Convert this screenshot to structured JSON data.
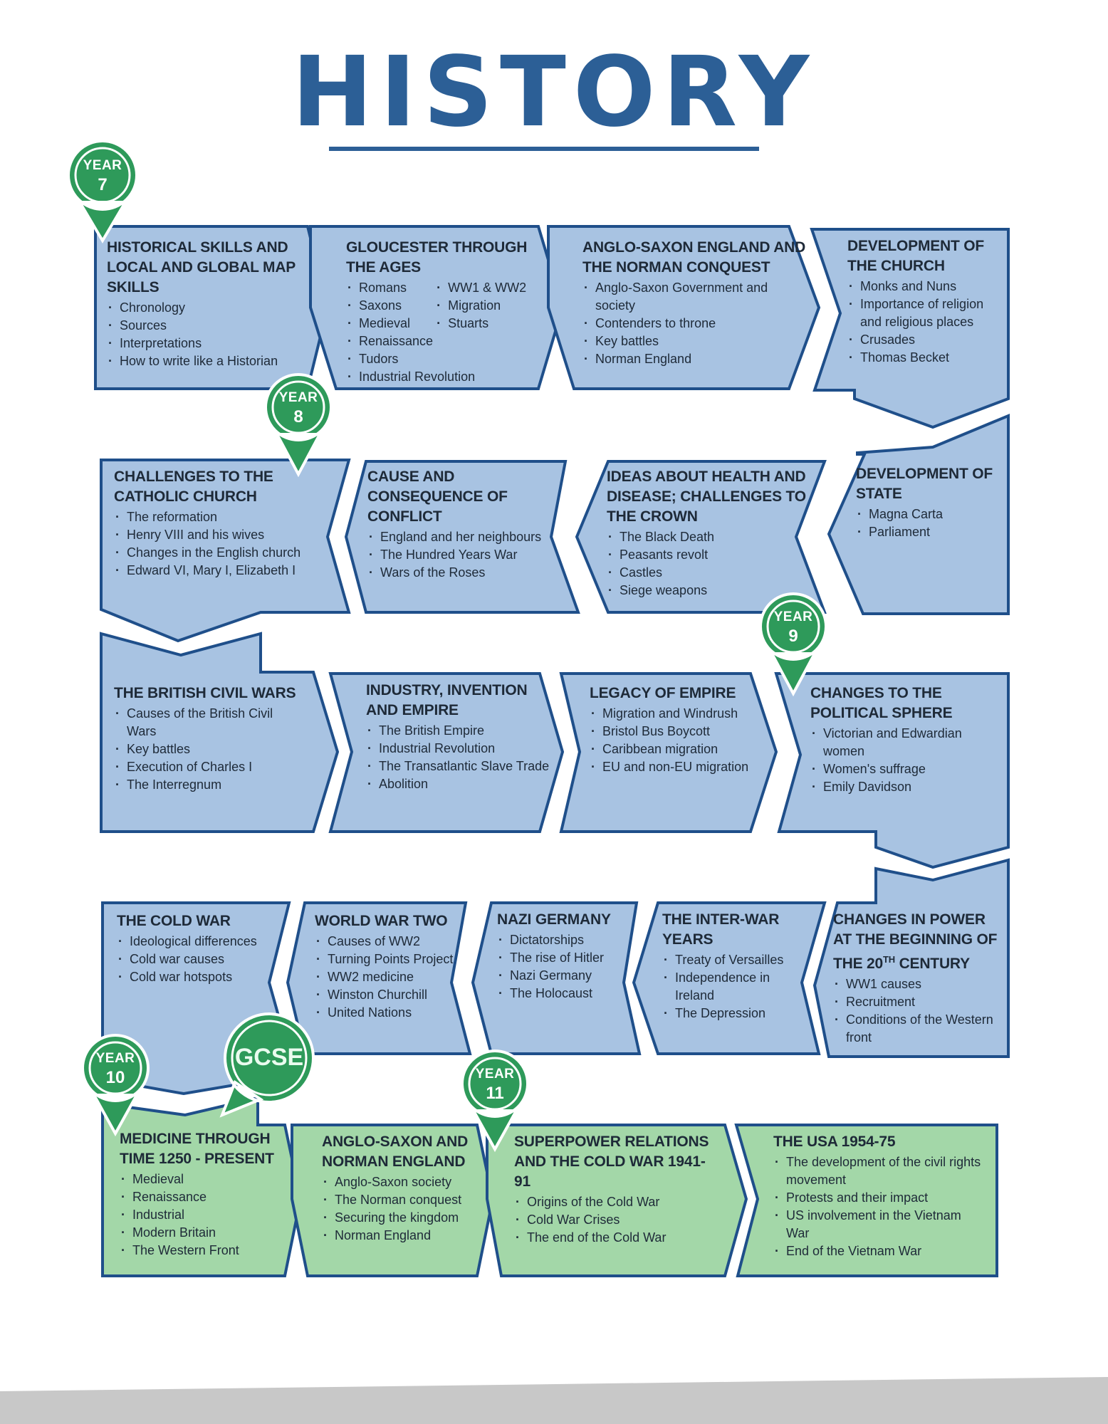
{
  "title": "HISTORY",
  "colors": {
    "title": "#2c5f96",
    "blue_fill": "#a8c3e2",
    "green_fill": "#a3d7a8",
    "outline": "#1f4f8a",
    "marker": "#2e9a5a"
  },
  "markers": {
    "year7": {
      "year": "YEAR",
      "number": "7"
    },
    "year8": {
      "year": "YEAR",
      "number": "8"
    },
    "year9": {
      "year": "YEAR",
      "number": "9"
    },
    "year10": {
      "year": "YEAR",
      "number": "10"
    },
    "year11": {
      "year": "YEAR",
      "number": "11"
    },
    "gcse": {
      "label": "GCSE"
    }
  },
  "topics": {
    "historical_skills": {
      "title": "HISTORICAL SKILLS AND LOCAL AND GLOBAL MAP SKILLS",
      "items": [
        "Chronology",
        "Sources",
        "Interpretations",
        "How to write like a Historian"
      ]
    },
    "gloucester": {
      "title": "GLOUCESTER THROUGH THE AGES",
      "items_left": [
        "Romans",
        "Saxons",
        "Medieval",
        "Renaissance",
        "Tudors",
        "Industrial Revolution"
      ],
      "items_right": [
        "WW1 & WW2",
        "Migration",
        "Stuarts"
      ]
    },
    "anglo_saxon": {
      "title": "ANGLO-SAXON ENGLAND AND THE NORMAN CONQUEST",
      "items": [
        "Anglo-Saxon Government and society",
        "Contenders to throne",
        "Key battles",
        "Norman England"
      ]
    },
    "church": {
      "title": "DEVELOPMENT OF THE CHURCH",
      "items": [
        "Monks and Nuns",
        "Importance of religion and religious places",
        "Crusades",
        "Thomas Becket"
      ]
    },
    "state": {
      "title": "DEVELOPMENT OF STATE",
      "items": [
        "Magna Carta",
        "Parliament"
      ]
    },
    "health": {
      "title": "IDEAS ABOUT HEALTH AND DISEASE; CHALLENGES TO THE CROWN",
      "items": [
        "The Black Death",
        "Peasants revolt",
        "Castles",
        "Siege weapons"
      ]
    },
    "conflict": {
      "title": "CAUSE AND CONSEQUENCE OF CONFLICT",
      "items": [
        "England and her neighbours",
        "The Hundred Years War",
        "Wars of the Roses"
      ]
    },
    "catholic": {
      "title": "CHALLENGES TO THE CATHOLIC CHURCH",
      "items": [
        "The reformation",
        "Henry VIII and his wives",
        "Changes in the English church",
        "Edward VI, Mary I, Elizabeth I"
      ]
    },
    "civil_wars": {
      "title": "THE BRITISH CIVIL WARS",
      "items": [
        "Causes of the British Civil Wars",
        "Key battles",
        "Execution of Charles I",
        "The Interregnum"
      ]
    },
    "industry": {
      "title": "INDUSTRY, INVENTION AND EMPIRE",
      "items": [
        "The British Empire",
        "Industrial Revolution",
        "The Transatlantic Slave Trade",
        "Abolition"
      ]
    },
    "legacy": {
      "title": "LEGACY OF EMPIRE",
      "items": [
        "Migration and Windrush",
        "Bristol Bus Boycott",
        "Caribbean migration",
        "EU and non-EU migration"
      ]
    },
    "political": {
      "title": "CHANGES TO THE POLITICAL SPHERE",
      "items": [
        "Victorian and Edwardian women",
        "Women's suffrage",
        "Emily Davidson"
      ]
    },
    "power": {
      "title_pre": "CHANGES IN POWER AT THE BEGINNING OF THE 20",
      "title_sup": "TH",
      "title_post": " CENTURY",
      "items": [
        "WW1 causes",
        "Recruitment",
        "Conditions of the Western front"
      ]
    },
    "inter_war": {
      "title": "THE INTER-WAR YEARS",
      "items": [
        "Treaty of Versailles",
        "Independence in Ireland",
        "The Depression"
      ]
    },
    "nazi": {
      "title": "NAZI GERMANY",
      "items": [
        "Dictatorships",
        "The rise of Hitler",
        "Nazi Germany",
        "The Holocaust"
      ]
    },
    "ww2": {
      "title": "WORLD WAR TWO",
      "items": [
        "Causes of WW2",
        "Turning Points Project",
        "WW2 medicine",
        "Winston Churchill",
        "United Nations"
      ]
    },
    "cold_war": {
      "title": "THE COLD WAR",
      "items": [
        "Ideological differences",
        "Cold war causes",
        "Cold war hotspots"
      ]
    },
    "medicine": {
      "title": "MEDICINE THROUGH TIME 1250 - PRESENT",
      "items": [
        "Medieval",
        "Renaissance",
        "Industrial",
        "Modern Britain",
        "The Western Front"
      ]
    },
    "anglo_norman": {
      "title": "ANGLO-SAXON AND NORMAN ENGLAND",
      "items": [
        "Anglo-Saxon society",
        "The Norman conquest",
        "Securing the kingdom",
        "Norman England"
      ]
    },
    "superpower": {
      "title": "SUPERPOWER RELATIONS AND THE COLD WAR 1941-91",
      "items": [
        "Origins of the Cold War",
        "Cold War Crises",
        "The end of the Cold War"
      ]
    },
    "usa": {
      "title": "THE USA 1954-75",
      "items": [
        "The development of the civil rights movement",
        "Protests and their impact",
        "US involvement in the Vietnam War",
        "End of the Vietnam War"
      ]
    }
  }
}
